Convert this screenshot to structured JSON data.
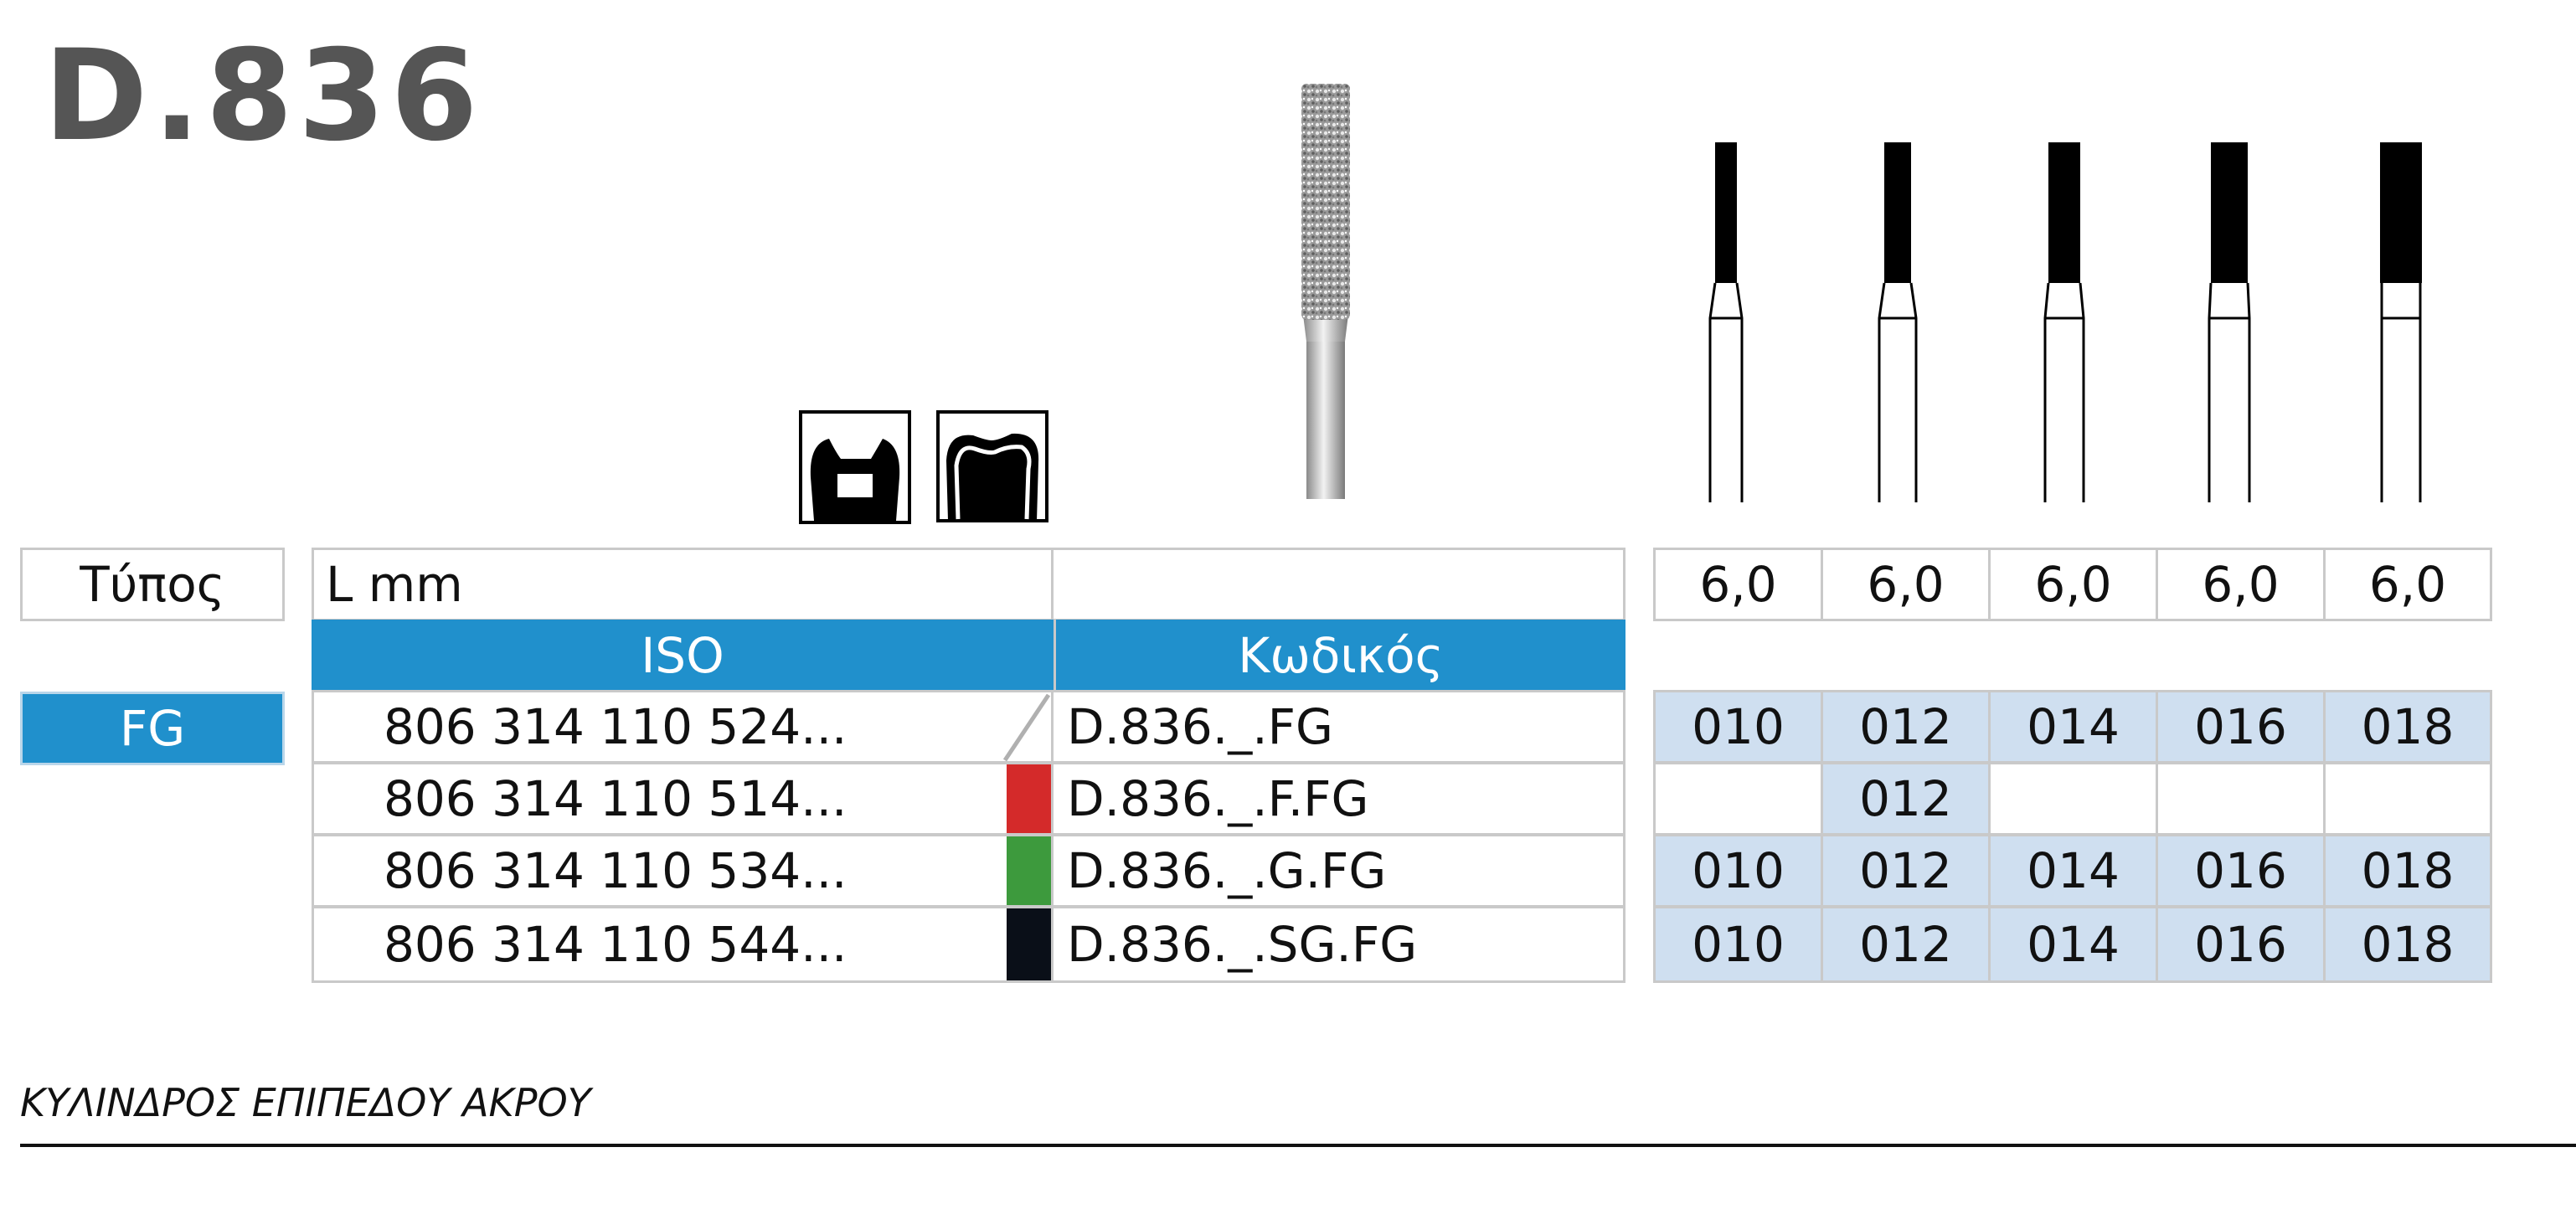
{
  "product_code": "D.836",
  "labels": {
    "type_label": "Τύπος",
    "length_label": "L mm",
    "iso_header": "ISO",
    "code_header": "Κωδικός",
    "shank_type": "FG"
  },
  "lengths": [
    "6,0",
    "6,0",
    "6,0",
    "6,0",
    "6,0"
  ],
  "rows": [
    {
      "iso": "806 314 110 524...",
      "code": "D.836._.FG",
      "grit_color": "none",
      "sizes": [
        "010",
        "012",
        "014",
        "016",
        "018"
      ]
    },
    {
      "iso": "806 314 110 514...",
      "code": "D.836._.F.FG",
      "grit_color": "#d42a2a",
      "sizes": [
        "",
        "012",
        "",
        "",
        ""
      ]
    },
    {
      "iso": "806 314 110 534...",
      "code": "D.836._.G.FG",
      "grit_color": "#3d9a3d",
      "sizes": [
        "010",
        "012",
        "014",
        "016",
        "018"
      ]
    },
    {
      "iso": "806 314 110 544...",
      "code": "D.836._.SG.FG",
      "grit_color": "#0a0f18",
      "sizes": [
        "010",
        "012",
        "014",
        "016",
        "018"
      ]
    }
  ],
  "colors": {
    "header_blue": "#2090cc",
    "size_fill": "#cfdff0",
    "border": "#c9c9c9",
    "title_gray": "#555555"
  },
  "icons": [
    "crown-prep-icon",
    "tooth-section-icon",
    "diamond-bur-image",
    "bur-profile-icon"
  ],
  "footer_caption": "ΚΥΛΙΝΔΡΟΣ ΕΠΙΠΕΔΟΥ ΑΚΡΟΥ"
}
